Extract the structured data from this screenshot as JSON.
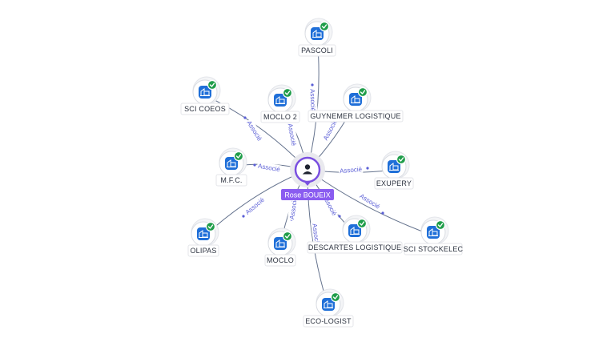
{
  "center": {
    "name": "Rose BOUEIX"
  },
  "edge_label": "Associé",
  "colors": {
    "company_icon": "#1f6fd8",
    "verified_badge": "#1f9d4a",
    "center_accent": "#8a5cf0",
    "edge_label": "#5b5fd6"
  },
  "icons": {
    "company": "building-icon",
    "badge": "check-icon",
    "center": "person-icon"
  },
  "nodes": [
    {
      "id": "pascoli",
      "label": "PASCOLI",
      "verified": true
    },
    {
      "id": "sci-coeos",
      "label": "SCI COEOS",
      "verified": true
    },
    {
      "id": "moclo-2",
      "label": "MOCLO 2",
      "verified": true
    },
    {
      "id": "guynemer",
      "label": "GUYNEMER LOGISTIQUE",
      "verified": true
    },
    {
      "id": "mfc",
      "label": "M.F.C.",
      "verified": true
    },
    {
      "id": "exupery",
      "label": "EXUPERY",
      "verified": true
    },
    {
      "id": "olipas",
      "label": "OLIPAS",
      "verified": true
    },
    {
      "id": "moclo",
      "label": "MOCLO",
      "verified": true
    },
    {
      "id": "descartes",
      "label": "DESCARTES LOGISTIQUE",
      "verified": true
    },
    {
      "id": "sci-stockelec",
      "label": "SCI STOCKELEC",
      "verified": true
    },
    {
      "id": "eco-logist",
      "label": "ECO-LOGIST",
      "verified": true
    }
  ]
}
